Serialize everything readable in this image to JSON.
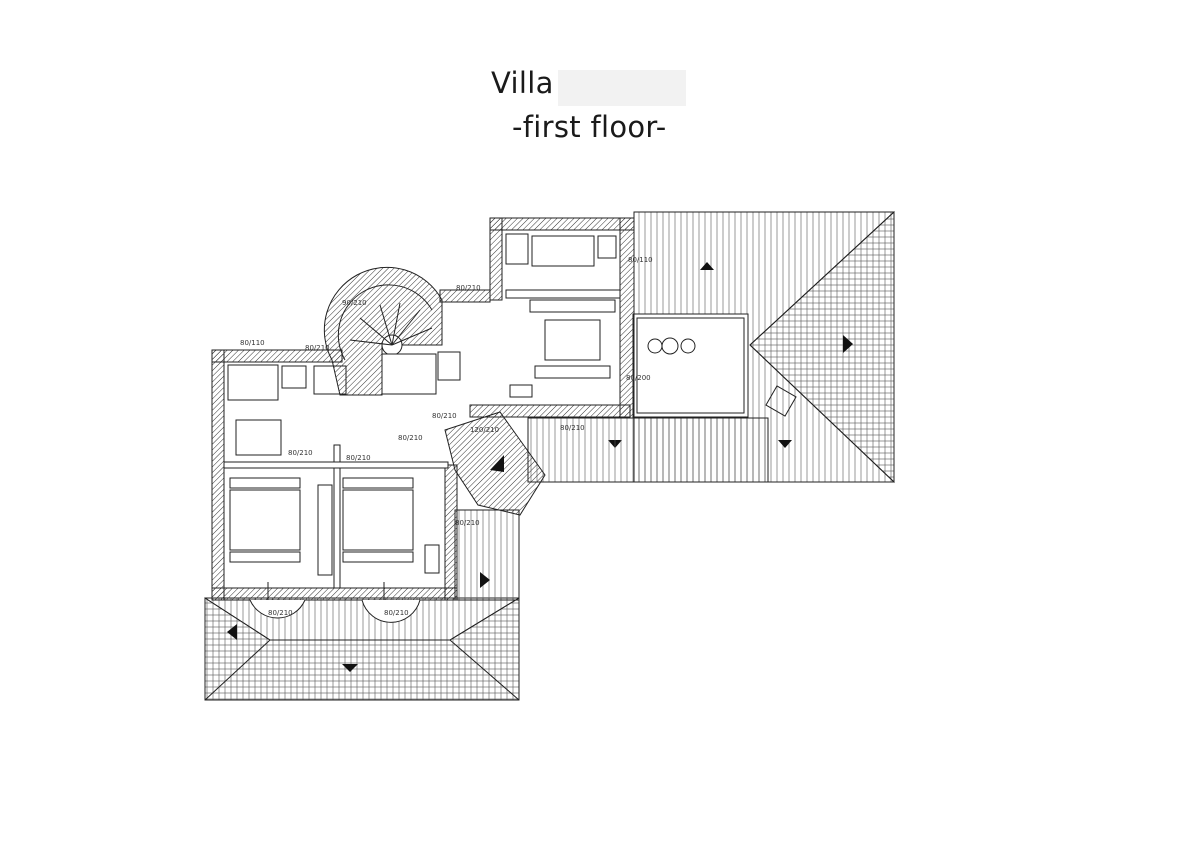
{
  "title": {
    "villa_word": "Villa",
    "floor_label": "-first floor-"
  },
  "drawing": {
    "line_color": "#222222",
    "hatch_color": "#444444",
    "wall_color": "#555555"
  },
  "dimension_labels": [
    "80/110",
    "80/110",
    "80/200",
    "80/210",
    "90/210",
    "80/210",
    "80/210",
    "80/210",
    "80/210",
    "80/210",
    "80/210",
    "80/210",
    "120/210",
    "80/210",
    "80/210"
  ]
}
